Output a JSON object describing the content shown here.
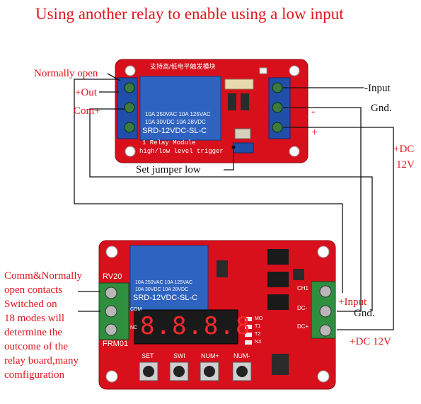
{
  "title": "Using another relay to enable using a low input",
  "labels": {
    "normally_open": "Normally open",
    "plus_out": "+Out",
    "com_plus": "Com+",
    "minus_input": "-Input",
    "gnd_top": "Gnd.",
    "minus_sign": "-",
    "plus_sign": "+",
    "plus_dc": "+DC",
    "v12": "12V",
    "set_jumper": "Set jumper low",
    "plus_input": "+Input",
    "gnd_bottom": "Gnd.",
    "plus_dc_12v": "+DC 12V",
    "left_desc": [
      "Comm&Normally",
      "open contacts",
      "Switched on",
      "18 modes will",
      "determine the",
      "outcome of the",
      "relay board,many",
      "comfiguration"
    ]
  },
  "top_board": {
    "relay_line1": "10A 250VAC  10A 125VAC",
    "relay_line2": "10A  30VDC  10A  28VDC",
    "relay_model": "SRD-12VDC-SL-C",
    "module_line1": "1 Relay  Module",
    "module_line2": "high/low level trigger",
    "header_text": "支持高/低电平触发模块"
  },
  "bottom_board": {
    "relay_line1": "10A 250VAC  10A 125VAC",
    "relay_line2": "10A  30VDC  10A  28VDC",
    "relay_model": "SRD-12VDC-SL-C",
    "display": "8.8.8.8",
    "rv": "RV20",
    "frm": "FRM01",
    "ch1": "CH1",
    "dc_minus": "DC-",
    "dc_plus": "DC+",
    "com": "COM",
    "nc": "NC",
    "buttons": [
      "SET",
      "SWI",
      "NUM+",
      "NUM-"
    ],
    "led_labels": [
      "MO",
      "T1",
      "T2",
      "NX"
    ]
  },
  "colors": {
    "label": "#e0141e",
    "board": "#d8101c",
    "relay": "#2f63c0",
    "terminal": "#2e8f3f",
    "terminal_top": "#1f4fa8",
    "wire": "#111111"
  }
}
